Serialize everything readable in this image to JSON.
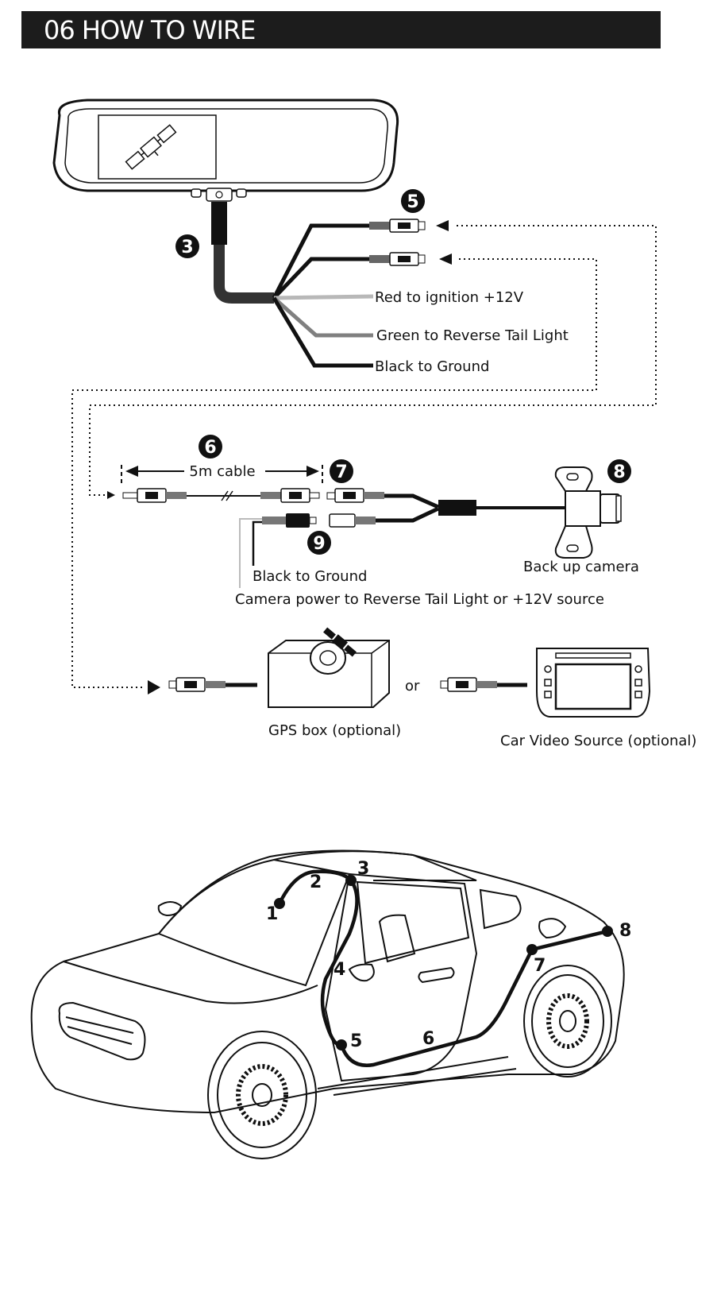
{
  "header": {
    "title": "06 HOW TO WIRE"
  },
  "wiring": {
    "badges": [
      "3",
      "5",
      "6",
      "7",
      "8",
      "9"
    ],
    "red_label": "Red to ignition +12V",
    "green_label": "Green to Reverse Tail Light",
    "black_label": "Black to Ground",
    "cable_label": "5m cable",
    "camera_ground_label": "Black to Ground",
    "camera_label": "Back up camera",
    "power_label": "Camera power to Reverse Tail Light or +12V source",
    "gps_label": "GPS box (optional)",
    "or_label": "or",
    "video_label": "Car Video Source (optional)"
  },
  "car": {
    "points": [
      "1",
      "2",
      "3",
      "4",
      "5",
      "6",
      "7",
      "8"
    ]
  },
  "colors": {
    "header_bg": "#1c1c1c",
    "red_wire": "#b8b8b8",
    "green_wire": "#808080",
    "black_wire": "#111111"
  }
}
